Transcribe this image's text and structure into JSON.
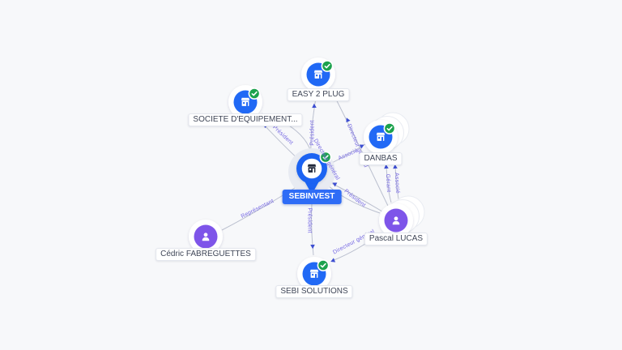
{
  "app": {
    "background": "#f7f8fa"
  },
  "palette": {
    "company_blue": "#2169f5",
    "person_purple": "#7e55e9",
    "verified_green": "#1ca24d",
    "edge_line": "#a7aec0",
    "edge_label_purple": "#7567e3",
    "arrow_blue": "#3d4ed1",
    "selected_label_bg": "#2e6cf6"
  },
  "nodes": [
    {
      "id": "sebinvest",
      "label": "SEBINVEST",
      "type": "company",
      "variant": "pin-selected",
      "verified": true,
      "stacked": false
    },
    {
      "id": "easy2plug",
      "label": "EASY 2 PLUG",
      "type": "company",
      "variant": "circle",
      "verified": true,
      "stacked": false
    },
    {
      "id": "societe",
      "label": "SOCIETE D'EQUIPEMENT...",
      "type": "company",
      "variant": "circle",
      "verified": true,
      "stacked": false
    },
    {
      "id": "danbas",
      "label": "DANBAS",
      "type": "company",
      "variant": "circle",
      "verified": true,
      "stacked": true
    },
    {
      "id": "pascal",
      "label": "Pascal LUCAS",
      "type": "person",
      "variant": "circle",
      "verified": false,
      "stacked": true
    },
    {
      "id": "cedric",
      "label": "Cédric FABREGUETTES",
      "type": "person",
      "variant": "circle",
      "verified": false,
      "stacked": false
    },
    {
      "id": "sebi",
      "label": "SEBI SOLUTIONS",
      "type": "company",
      "variant": "circle",
      "verified": true,
      "stacked": false
    }
  ],
  "edges": [
    {
      "from": "sebinvest",
      "to": "easy2plug",
      "label": "Président"
    },
    {
      "from": "sebinvest",
      "to": "societe",
      "label": "Président"
    },
    {
      "from": "sebinvest",
      "to": "danbas",
      "label": "Associé"
    },
    {
      "from": "pascal",
      "to": "sebinvest",
      "label": "Président"
    },
    {
      "from": "sebinvest",
      "to": "sebi",
      "label": "Président"
    },
    {
      "from": "cedric",
      "to": "sebinvest",
      "label": "Représentant"
    },
    {
      "from": "pascal",
      "to": "danbas",
      "label": "Gérant"
    },
    {
      "from": "pascal",
      "to": "danbas",
      "label": "Associé"
    },
    {
      "from": "pascal",
      "to": "easy2plug",
      "label": "Directeur général"
    },
    {
      "from": "pascal",
      "to": "societe",
      "label": "Directeur général"
    },
    {
      "from": "pascal",
      "to": "sebi",
      "label": "Directeur général"
    }
  ]
}
